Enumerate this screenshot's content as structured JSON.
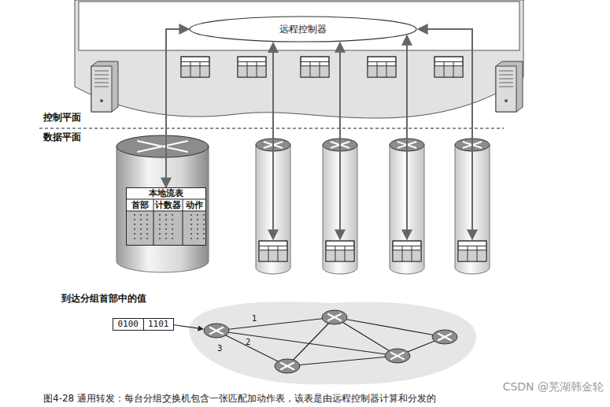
{
  "diagram": {
    "caption": "图4-28 通用转发：每台分组交换机包含一张匹配加动作表，该表是由远程控制器计算和分发的",
    "nodes": [
      {
        "text": [
          "远程控制器"
        ]
      },
      {
        "text": [
          "本地流表"
        ]
      },
      {
        "text": [
          "0100",
          "1101"
        ]
      }
    ],
    "edges": [
      {
        "from": 0,
        "to": 1,
        "arrow": "both"
      }
    ],
    "labels": [
      "控制平面",
      "数据平面",
      "首部",
      "计数器",
      "动作",
      "到达分组首部中的值",
      "1",
      "2",
      "3",
      "CSDN @芜湖韩金轮"
    ]
  }
}
